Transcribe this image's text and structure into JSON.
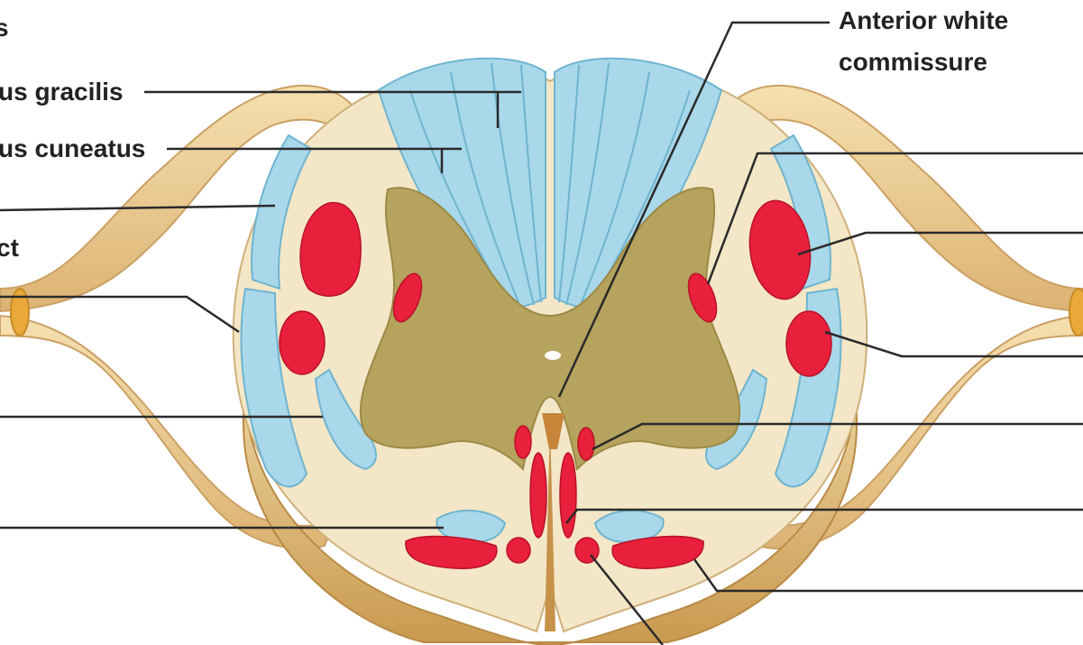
{
  "labels": {
    "top_left_fragment": "s",
    "gracilis": "us gracilis",
    "cuneatus": "us cuneatus",
    "tract_fragment": "ct",
    "anterior_white_commissure_line1": "Anterior white",
    "anterior_white_commissure_line2": "commissure"
  },
  "colors": {
    "white_matter": "#f3e7c7",
    "gray_matter": "#b6a35e",
    "ascending_tract": "#a9d8ea",
    "descending_tract": "#e8203b",
    "nerve_root": "#e9c88a",
    "leader_line": "#2a2a2a"
  }
}
